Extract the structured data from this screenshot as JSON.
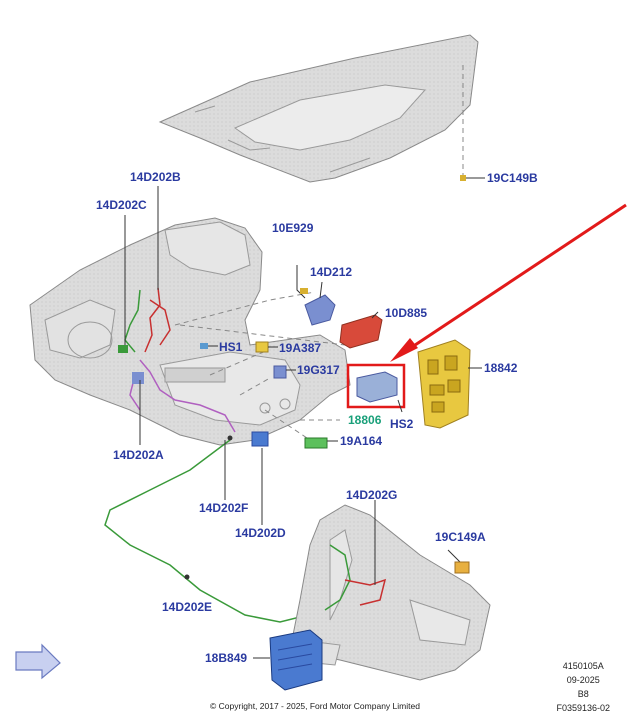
{
  "callouts": {
    "c_19C149B": "19C149B",
    "c_14D202B": "14D202B",
    "c_14D202C": "14D202C",
    "c_10E929": "10E929",
    "c_14D212": "14D212",
    "c_10D885": "10D885",
    "c_HS1": "HS1",
    "c_19A387": "19A387",
    "c_19G317": "19G317",
    "c_18842": "18842",
    "c_18806": "18806",
    "c_HS2": "HS2",
    "c_19A164": "19A164",
    "c_14D202A": "14D202A",
    "c_14D202F": "14D202F",
    "c_14D202D": "14D202D",
    "c_14D202G": "14D202G",
    "c_19C149A": "19C149A",
    "c_14D202E": "14D202E",
    "c_18B849": "18B849"
  },
  "reference": {
    "line1": "4150105A",
    "line2": "09-2025",
    "line3": "B8",
    "line4": "F0359136-02"
  },
  "copyright": "© Copyright, 2017 - 2025, Ford Motor Company Limited",
  "colors": {
    "callout_text": "#2a3aa0",
    "highlight_box": "#e21a1a",
    "arrow": "#e21a1a",
    "harness_green": "#3a9a3a",
    "harness_purple": "#b060c0",
    "harness_red": "#c83030",
    "module_blue": "#7a8fd0",
    "bracket_yellow": "#e8c840",
    "bracket_red": "#d84a3a",
    "outline_gray": "#9a9a9a"
  }
}
